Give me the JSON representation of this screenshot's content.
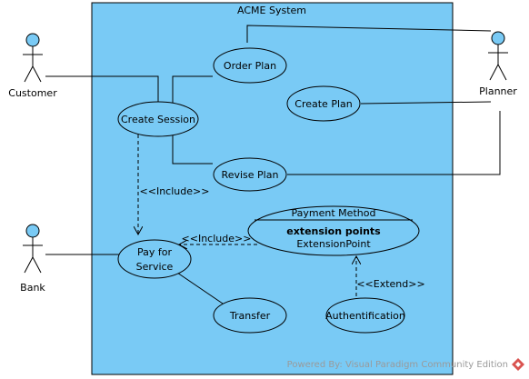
{
  "system": {
    "title": "ACME System",
    "fill": "#79CAF5"
  },
  "actors": {
    "customer": "Customer",
    "planner": "Planner",
    "bank": "Bank"
  },
  "use_cases": {
    "order_plan": "Order Plan",
    "create_plan": "Create Plan",
    "create_session": "Create Session",
    "revise_plan": "Revise Plan",
    "pay_for_service_line1": "Pay for",
    "pay_for_service_line2": "Service",
    "transfer": "Transfer",
    "authentification": "Authentification",
    "payment_method": {
      "title": "Payment Method",
      "extension_header": "extension points",
      "extension_point": "ExtensionPoint"
    }
  },
  "relations": {
    "include_1": "<<Include>>",
    "include_2": "<<Include>>",
    "extend": "<<Extend>>"
  },
  "watermark": "Powered By: Visual Paradigm Community Edition"
}
